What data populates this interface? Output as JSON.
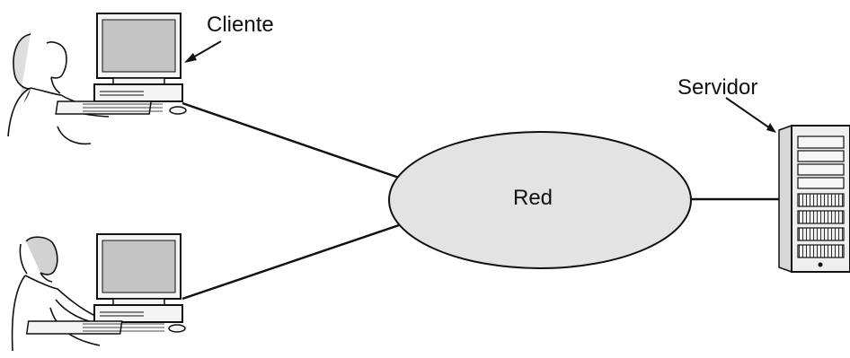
{
  "diagram": {
    "client_label": "Cliente",
    "server_label": "Servidor",
    "network_label": "Red"
  },
  "colors": {
    "ink": "#111111",
    "network_fill": "#e3e3e3",
    "screen_fill": "#c4c4c4",
    "device_fill": "#f4f4f4",
    "server_fill": "#efefef"
  },
  "icons": {
    "client_top": "computer-user-woman-icon",
    "client_bottom": "computer-user-man-icon",
    "server": "server-tower-icon"
  }
}
